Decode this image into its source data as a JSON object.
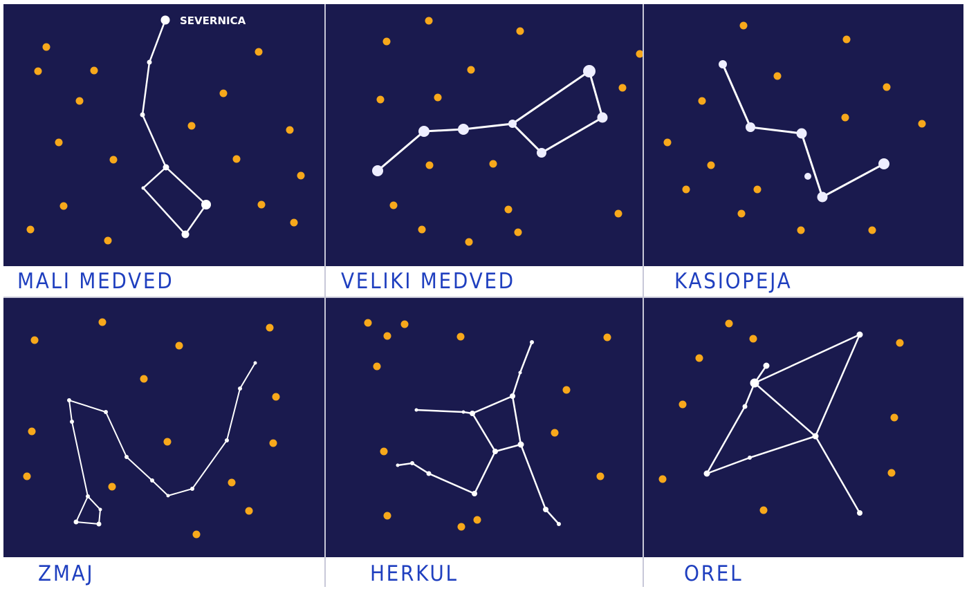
{
  "colors": {
    "sky": "#1a1a4e",
    "bg_star": "#f7a81b",
    "constellation": "#ffffff",
    "label_ink": "#1f3fbf",
    "label_bg": "#ffffff"
  },
  "panels": [
    {
      "id": "mali-medved",
      "label": "MALI MEDVED",
      "star_label": "SEVERNICA"
    },
    {
      "id": "veliki-medved",
      "label": "VELIKI MEDVED"
    },
    {
      "id": "kasiopeja",
      "label": "KASIOPEJA"
    },
    {
      "id": "zmaj",
      "label": "ZMAJ"
    },
    {
      "id": "herkul",
      "label": "HERKUL"
    },
    {
      "id": "orel",
      "label": "OREL"
    }
  ]
}
